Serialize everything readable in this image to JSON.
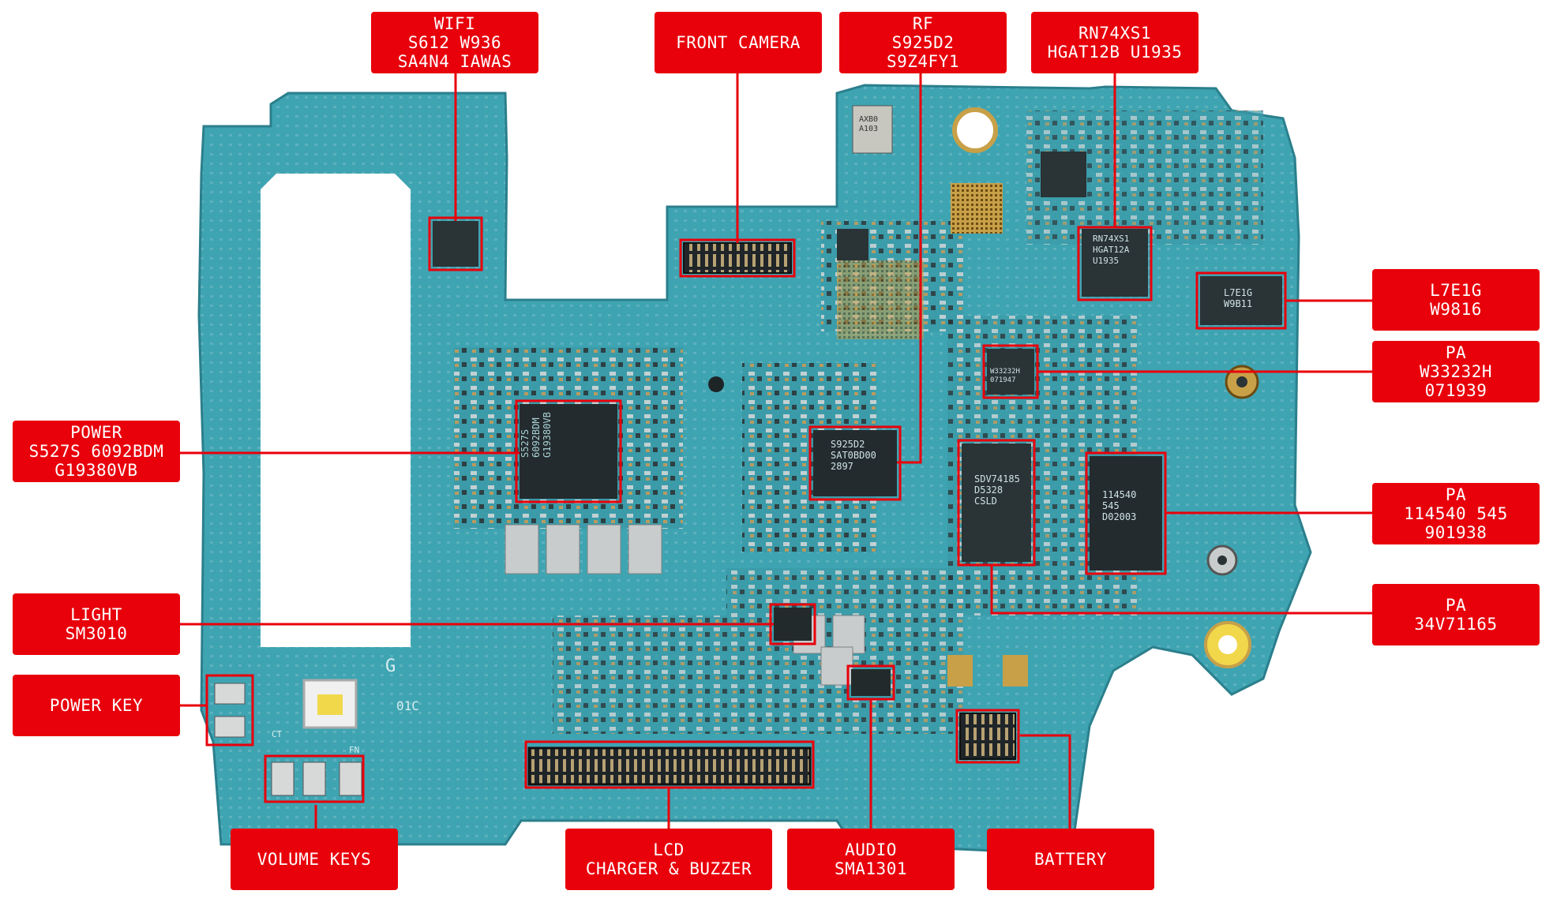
{
  "labels": {
    "wifi": [
      "WIFI",
      "S612 W936",
      "SA4N4 IAWAS"
    ],
    "front_camera": [
      "FRONT CAMERA"
    ],
    "rf": [
      "RF",
      "S925D2",
      "S9Z4FY1"
    ],
    "rn74": [
      "RN74XS1",
      "HGAT12B U1935"
    ],
    "l7e1g": [
      "L7E1G",
      "W9816"
    ],
    "pa1": [
      "PA",
      "W33232H",
      "071939"
    ],
    "power": [
      "POWER",
      "S527S 6092BDM",
      "G19380VB"
    ],
    "pa2": [
      "PA",
      "114540 545",
      "901938"
    ],
    "light": [
      "LIGHT",
      "SM3010"
    ],
    "pa3": [
      "PA",
      "34V71165"
    ],
    "power_key": [
      "POWER KEY"
    ],
    "volume_keys": [
      "VOLUME KEYS"
    ],
    "lcd": [
      "LCD",
      "CHARGER & BUZZER"
    ],
    "audio": [
      "AUDIO",
      "SMA1301"
    ],
    "battery": [
      "BATTERY"
    ]
  },
  "board_markings": {
    "g_mark": "G",
    "rev": "01C",
    "ct": "CT",
    "fn": "FN",
    "power_chip": [
      "S527S",
      "6092BDM",
      "G19380VB"
    ],
    "rf_chip": [
      "S925D2",
      "SAT0BD00",
      "2897"
    ],
    "rn_chip": [
      "RN74XS1",
      "HGAT12A",
      "U1935"
    ],
    "l7_chip": [
      "L7E1G",
      "W9B11"
    ],
    "pa1_chip": [
      "W33232H",
      "071947"
    ],
    "pa2_chip": [
      "114540",
      "545",
      "D02003"
    ],
    "pa3_chip": [
      "SDV74185",
      "D5328",
      "CSLD"
    ],
    "crystal": [
      "AXB0",
      "A103"
    ]
  },
  "colors": {
    "label_red": "#e8000b",
    "board": "#3fa4b2",
    "board_dark": "#2f8a98",
    "leader": "#e8000b"
  }
}
